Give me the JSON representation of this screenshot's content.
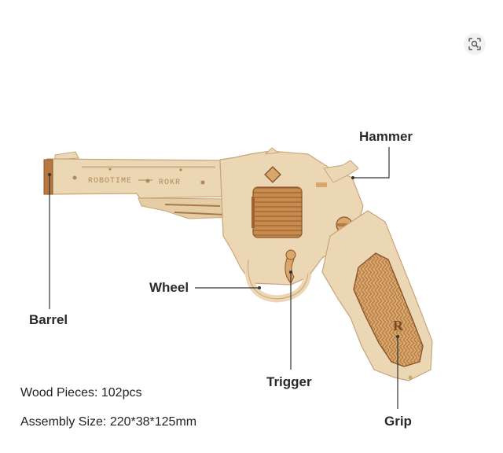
{
  "toolbar": {
    "zoom_icon": "image-search-icon"
  },
  "product": {
    "engravings": {
      "brand_left": "ROBOTIME",
      "brand_right": "ROKR",
      "grip_logo": "R"
    },
    "callouts": {
      "hammer": "Hammer",
      "wheel": "Wheel",
      "barrel": "Barrel",
      "trigger": "Trigger",
      "grip": "Grip"
    },
    "specs": {
      "wood_pieces": "Wood Pieces: 102pcs",
      "assembly_size": "Assembly Size: 220*38*125mm"
    },
    "colors": {
      "wood_light": "#ecd7b4",
      "wood_dark": "#b8793e",
      "grip_texture": "#d6a56e",
      "line": "#333333"
    }
  }
}
